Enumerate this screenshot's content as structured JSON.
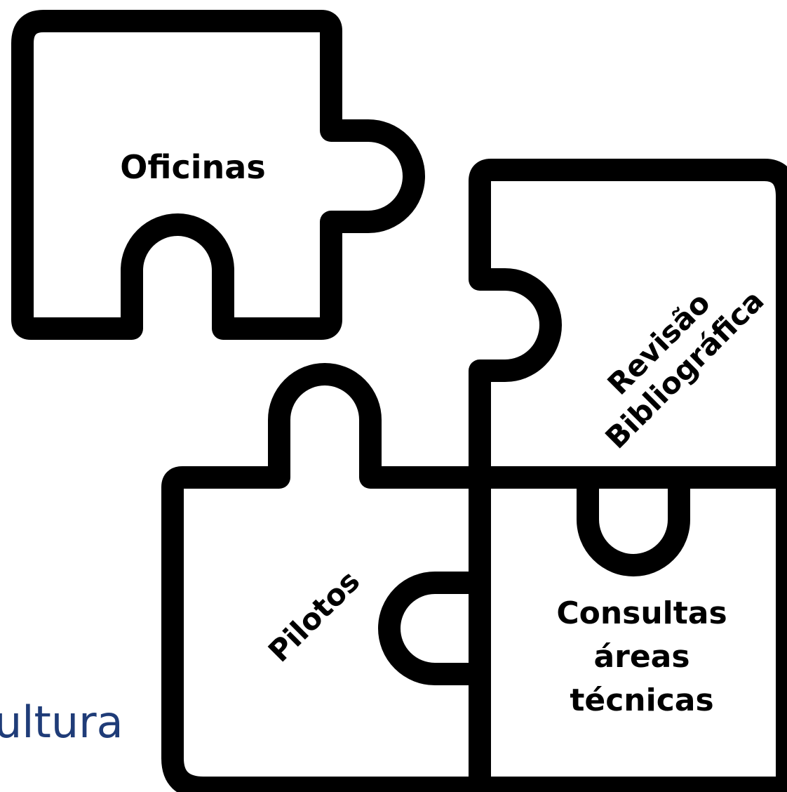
{
  "colors": {
    "outline": "#000000",
    "background": "#ffffff",
    "partial_text": "#1f3c78"
  },
  "pieces": {
    "top_left": {
      "label": "Oficinas"
    },
    "right": {
      "label_line1": "Revisão",
      "label_line2": "Bibliográfica"
    },
    "bottom_left": {
      "label": "Pilotos"
    },
    "bottom_right": {
      "label_line1": "Consultas",
      "label_line2": "áreas",
      "label_line3": "técnicas"
    }
  },
  "partial_text": "ultura"
}
